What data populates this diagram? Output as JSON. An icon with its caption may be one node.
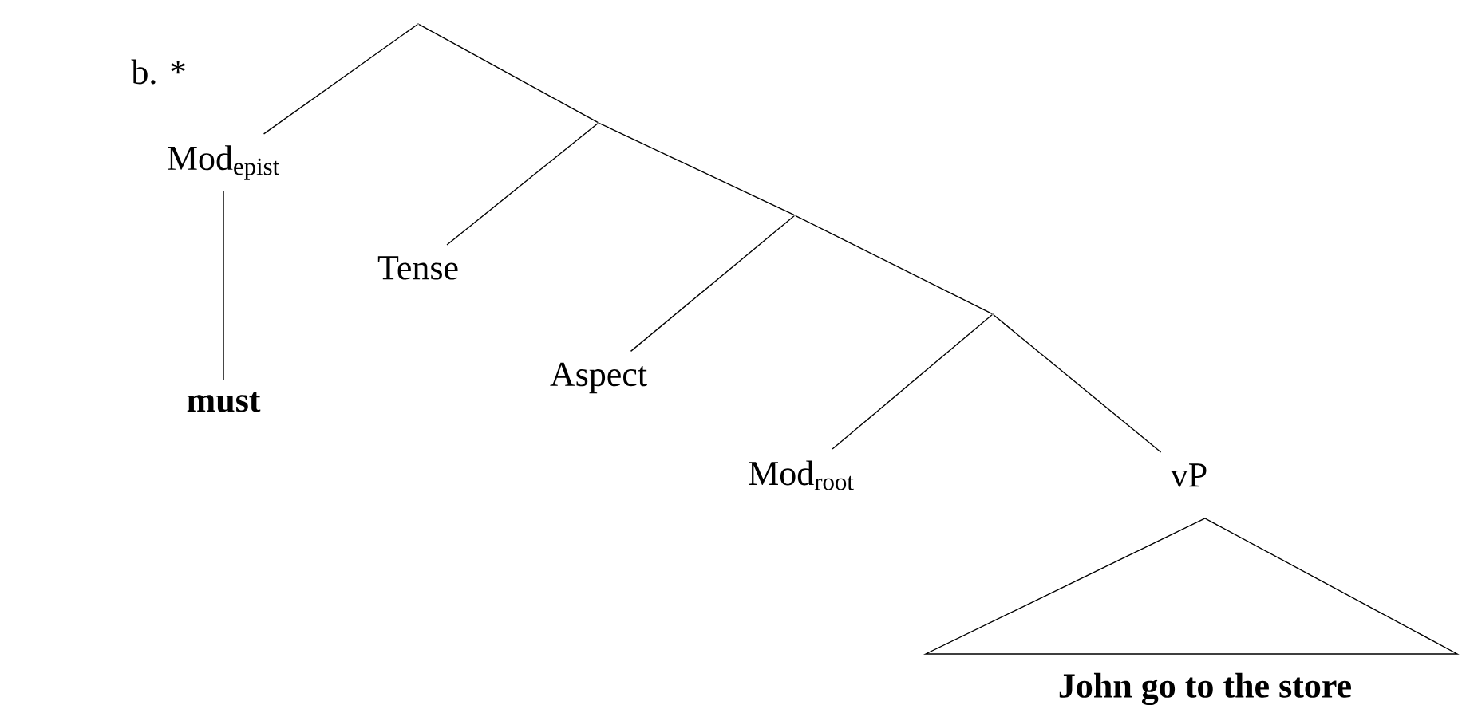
{
  "diagram": {
    "nodes": [
      {
        "text": [],
        "shape": "point"
      },
      {
        "text": [
          "Mod$_{epist}$"
        ]
      },
      {
        "text": [
          "must"
        ]
      },
      {
        "text": [],
        "shape": "point"
      },
      {
        "text": [
          "Tense"
        ]
      },
      {
        "text": [],
        "shape": "point"
      },
      {
        "text": [
          "Aspect"
        ]
      },
      {
        "text": [],
        "shape": "point"
      },
      {
        "text": [
          "Mod$_{root}$"
        ]
      },
      {
        "text": [
          "vP"
        ]
      },
      {
        "text": [
          "John go to the store"
        ]
      }
    ],
    "edges": [
      {
        "from": 0,
        "to": 1,
        "arrow": "none"
      },
      {
        "from": 0,
        "to": 3,
        "arrow": "none"
      },
      {
        "from": 1,
        "to": 2,
        "arrow": "none"
      },
      {
        "from": 3,
        "to": 4,
        "arrow": "none"
      },
      {
        "from": 3,
        "to": 5,
        "arrow": "none"
      },
      {
        "from": 5,
        "to": 6,
        "arrow": "none"
      },
      {
        "from": 5,
        "to": 7,
        "arrow": "none"
      },
      {
        "from": 7,
        "to": 8,
        "arrow": "none"
      },
      {
        "from": 7,
        "to": 9,
        "arrow": "none"
      }
    ],
    "labels": [
      "b. *"
    ]
  }
}
